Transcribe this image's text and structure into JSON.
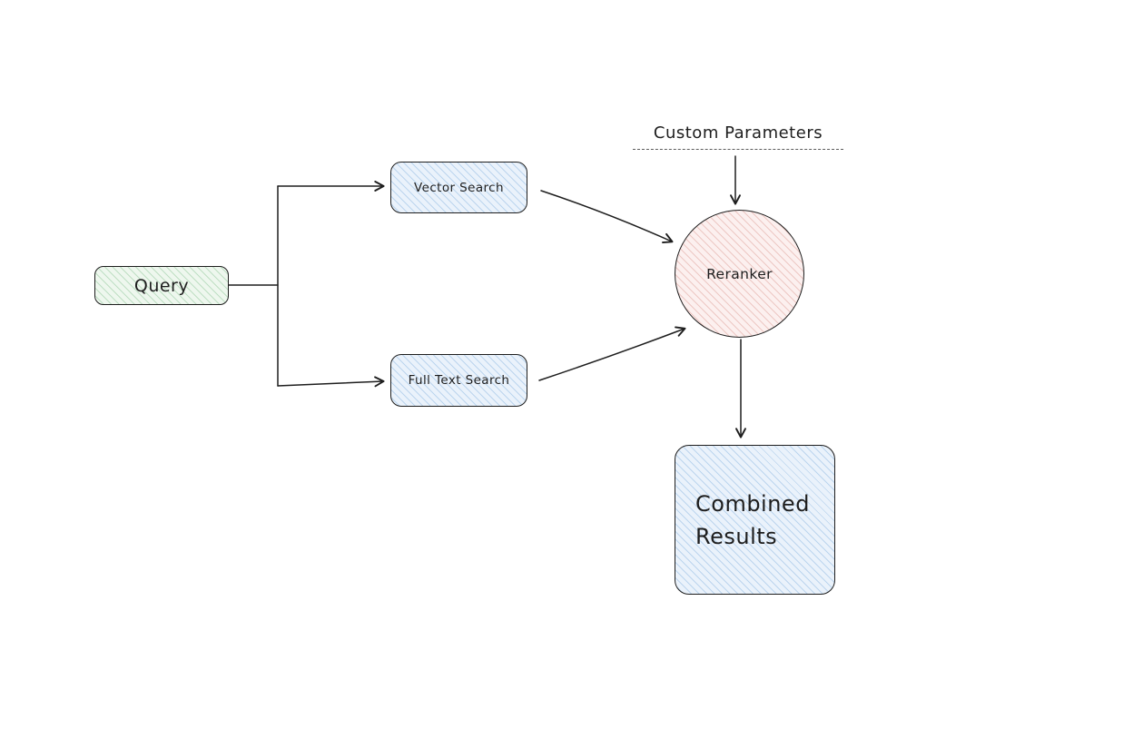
{
  "nodes": {
    "query": {
      "label": "Query"
    },
    "vector_search": {
      "label": "Vector Search"
    },
    "full_text_search": {
      "label": "Full Text Search"
    },
    "custom_parameters": {
      "label": "Custom Parameters"
    },
    "reranker": {
      "label": "Reranker"
    },
    "combined_results": {
      "label": "Combined Results"
    }
  },
  "edges": [
    {
      "from": "query",
      "to": "vector_search"
    },
    {
      "from": "query",
      "to": "full_text_search"
    },
    {
      "from": "vector_search",
      "to": "reranker"
    },
    {
      "from": "full_text_search",
      "to": "reranker"
    },
    {
      "from": "custom_parameters",
      "to": "reranker"
    },
    {
      "from": "reranker",
      "to": "combined_results"
    }
  ],
  "colors": {
    "stroke": "#1e1e1e",
    "background": "#ffffff",
    "query_fill": "#eef7ee",
    "query_hatch": "#bfdfc4",
    "blue_fill": "#eaf2fb",
    "blue_hatch": "#bcd5ee",
    "pink_fill": "#fcf0ef",
    "pink_hatch": "#edc8c4"
  }
}
